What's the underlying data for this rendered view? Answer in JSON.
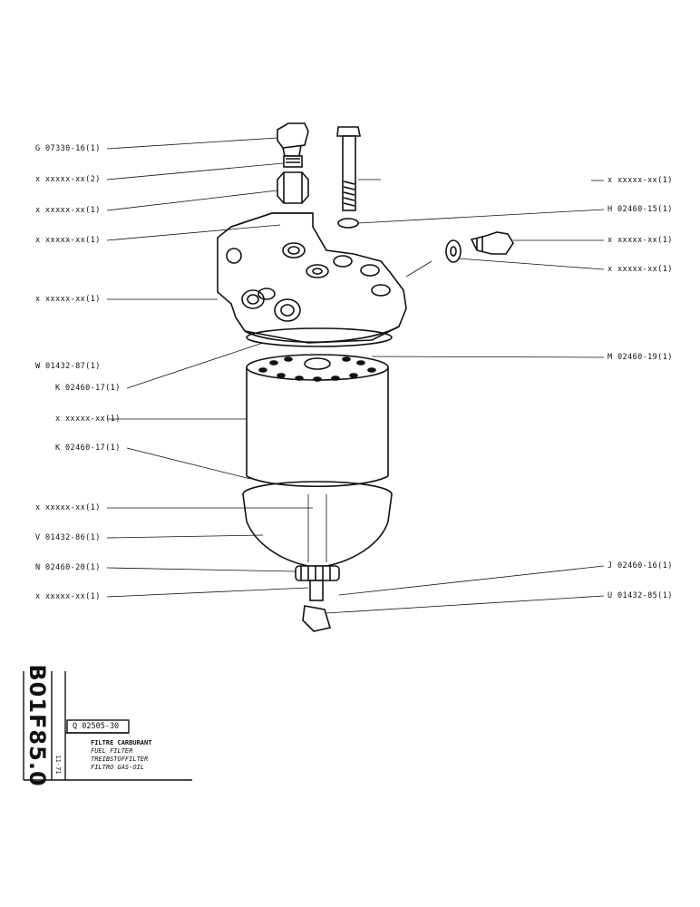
{
  "callouts_left": [
    {
      "id": "g07330",
      "text": "G 07330-16(1)"
    },
    {
      "id": "x2",
      "text": "x xxxxx-xx(2)"
    },
    {
      "id": "x1a",
      "text": "x xxxxx-xx(1)"
    },
    {
      "id": "x1b",
      "text": "x xxxxx-xx(1)"
    },
    {
      "id": "x1c",
      "text": "x xxxxx-xx(1)"
    },
    {
      "id": "w01432",
      "text": "W 01432-87(1)"
    },
    {
      "id": "k02460a",
      "text": "K 02460-17(1)"
    },
    {
      "id": "x1d",
      "text": "x xxxxx-xx(1)"
    },
    {
      "id": "k02460b",
      "text": "K 02460-17(1)"
    },
    {
      "id": "x1e",
      "text": "x xxxxx-xx(1)"
    },
    {
      "id": "v01432",
      "text": "V 01432-86(1)"
    },
    {
      "id": "n02460",
      "text": "N 02460-20(1)"
    },
    {
      "id": "x1f",
      "text": "x xxxxx-xx(1)"
    }
  ],
  "callouts_right": [
    {
      "id": "rx1a",
      "text": "x xxxxx-xx(1)"
    },
    {
      "id": "h02460",
      "text": "H 02460-15(1)"
    },
    {
      "id": "rx1b",
      "text": "x xxxxx-xx(1)"
    },
    {
      "id": "rx1c",
      "text": "x xxxxx-xx(1)"
    },
    {
      "id": "m02460",
      "text": "M 02460-19(1)"
    },
    {
      "id": "j02460",
      "text": "J 02460-16(1)"
    },
    {
      "id": "u01432",
      "text": "U 01432-85(1)"
    }
  ],
  "title_block": {
    "sheet_code": "B01F85.0",
    "date": "11-71",
    "reference": "Q 02505-30",
    "descriptions": [
      "FILTRE CARBURANT",
      "FUEL FILTER",
      "TREIBSTOFFILTER",
      "FILTRO GAS-OIL"
    ]
  }
}
